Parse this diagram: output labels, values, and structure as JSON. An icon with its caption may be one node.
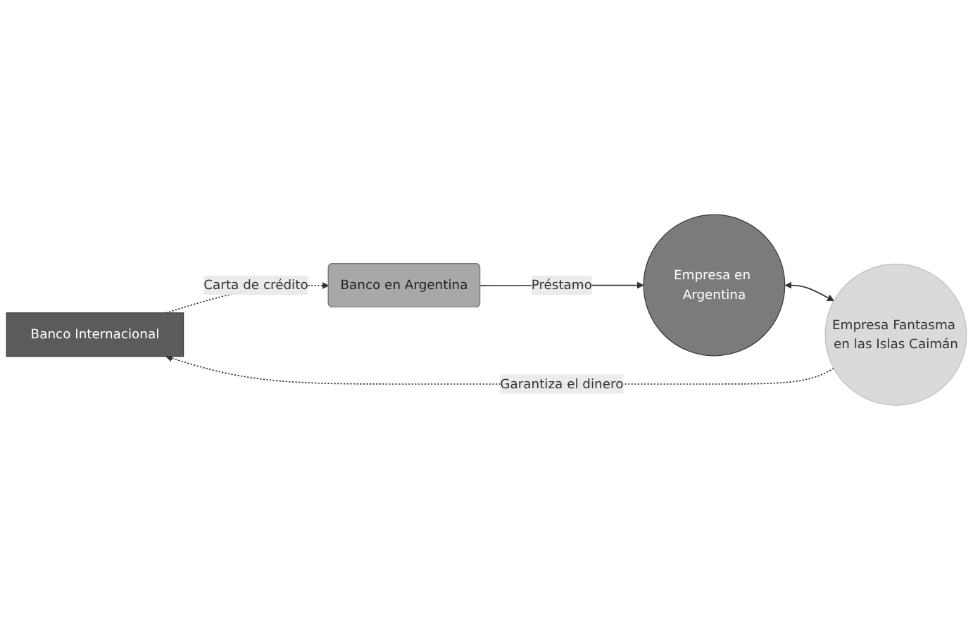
{
  "diagram": {
    "nodes": [
      {
        "text": [
          "Banco Internacional"
        ]
      },
      {
        "text": [
          "Empresa Fantasma en las Islas Caimán"
        ]
      },
      {
        "text": [
          "Banco en Argentina"
        ]
      },
      {
        "text": [
          "Empresa en Argentina"
        ]
      }
    ],
    "edges": [
      {
        "from": 1,
        "to": 0,
        "arrow": "to",
        "label": "Garantiza el dinero",
        "style": "dashed"
      },
      {
        "from": 0,
        "to": 2,
        "arrow": "to",
        "label": "Carta de crédito",
        "style": "dashed"
      },
      {
        "from": 2,
        "to": 3,
        "arrow": "to",
        "label": "Préstamo"
      },
      {
        "from": 3,
        "to": 1,
        "arrow": "both"
      }
    ]
  }
}
